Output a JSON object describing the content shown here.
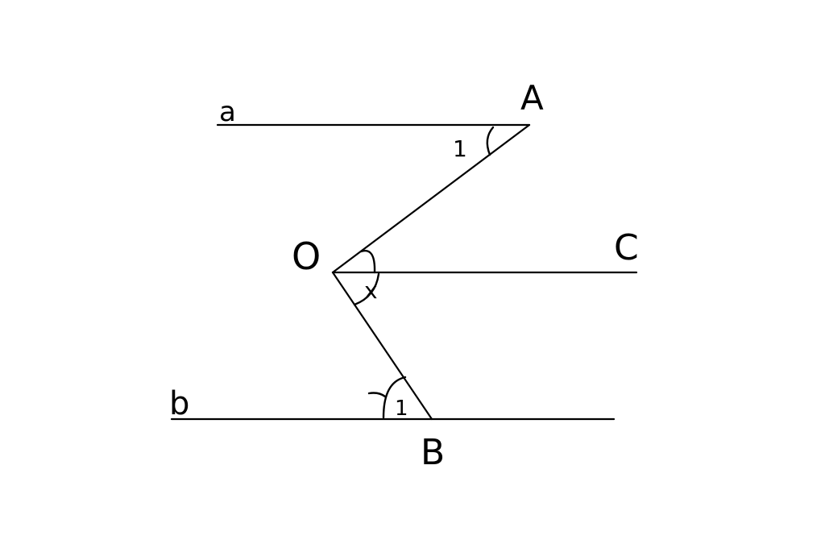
{
  "diagram": {
    "line_a_label": "a",
    "point_A_label": "A",
    "angle_A_label": "1",
    "point_O_label": "O",
    "point_C_label": "C",
    "angle_O_label": "x",
    "line_b_label": "b",
    "angle_B_label": "1",
    "point_B_label": "B",
    "stroke_color": "#000000",
    "background_color": "#ffffff"
  }
}
